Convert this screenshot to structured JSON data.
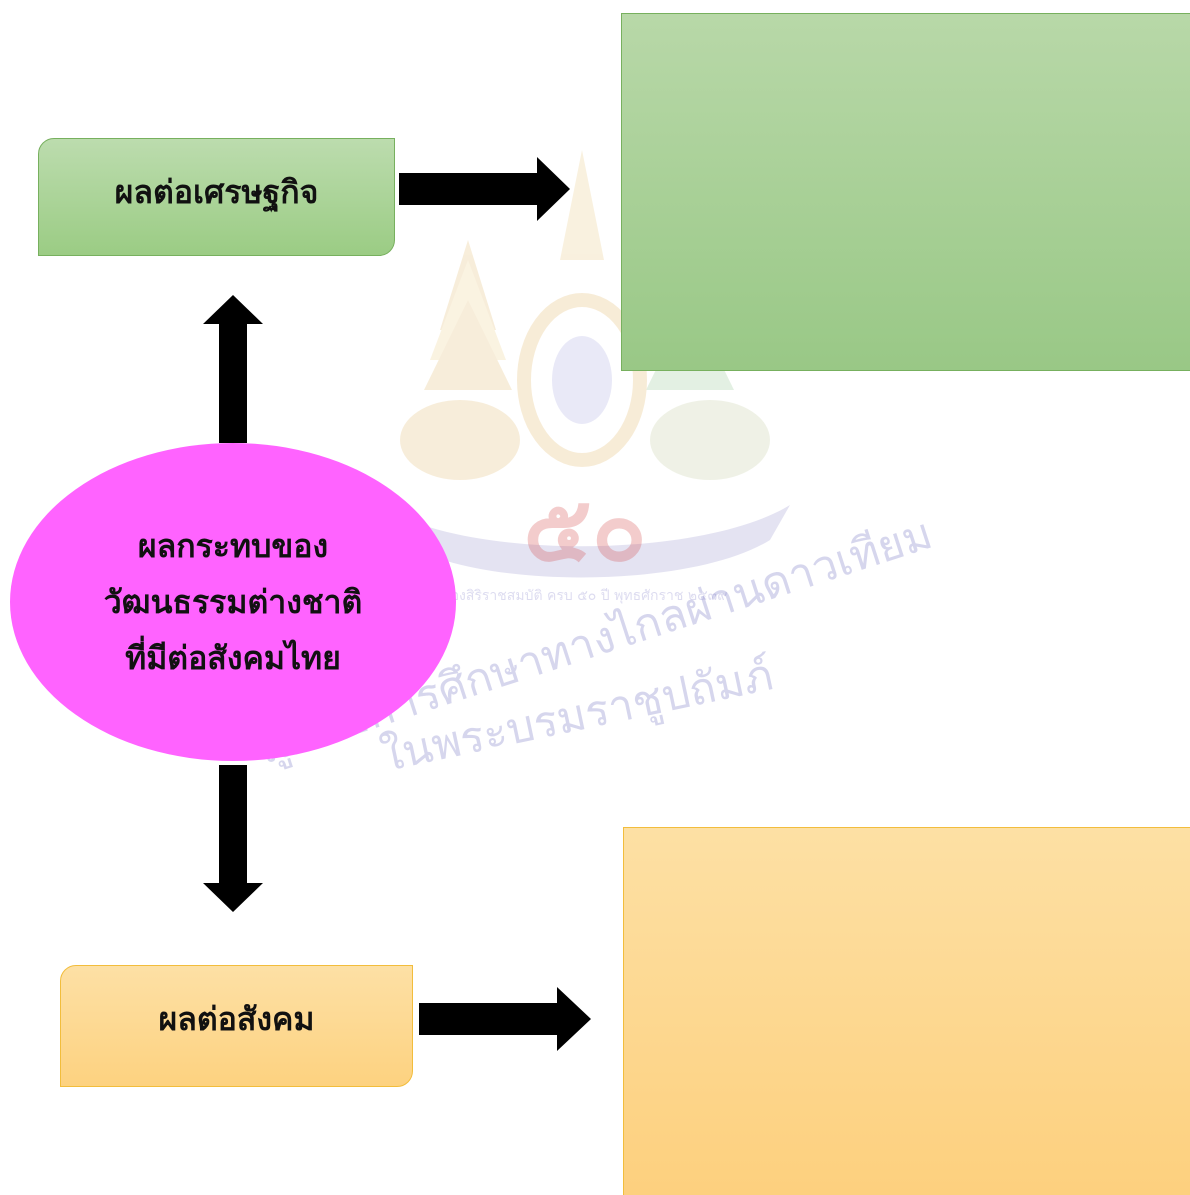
{
  "diagram": {
    "center": {
      "line1": "ผลกระทบของ",
      "line2": "วัฒนธรรมต่างชาติ",
      "line3": "ที่มีต่อสังคมไทย",
      "color": "#ff63ff"
    },
    "economy": {
      "label": "ผลต่อเศรษฐกิจ",
      "color": "#9bcc84"
    },
    "society": {
      "label": "ผลต่อสังคม",
      "color": "#fdd280"
    },
    "watermark": {
      "numeral": "๕๐",
      "line1": "มูลนิธิการศึกษาทางไกลผ่านดาวเทียม",
      "line2": "ในพระบรมราชูปถัมภ์",
      "ring_text": "ฉลองสิริราชสมบัติ ครบ ๕๐ ปี พุทธศักราช ๒๕๓๙"
    }
  }
}
